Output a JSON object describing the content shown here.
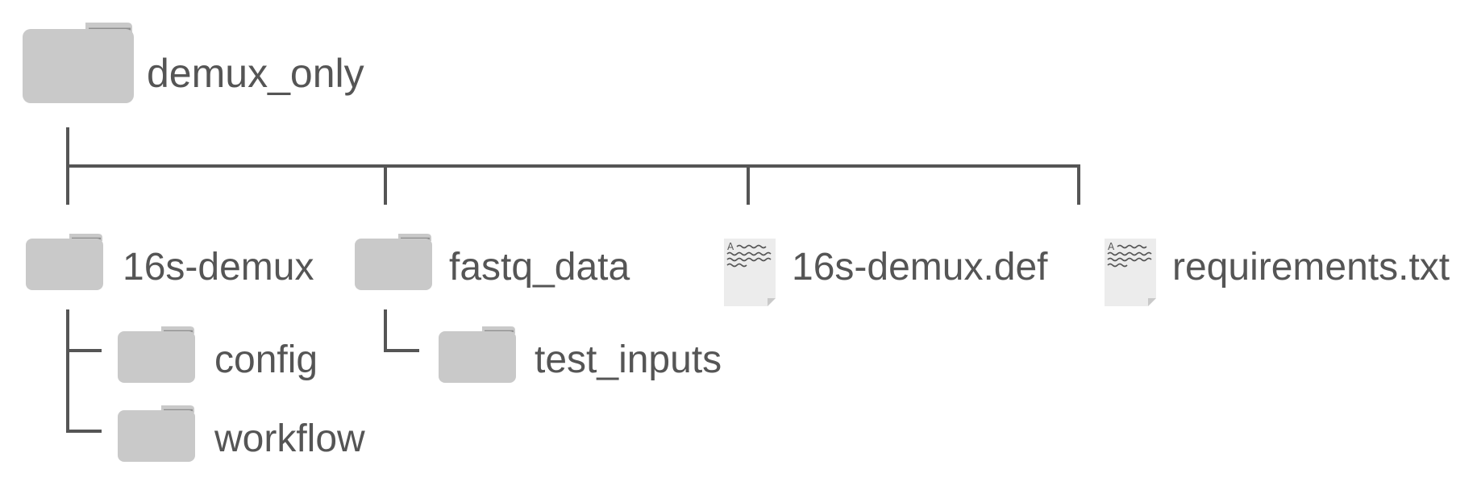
{
  "tree": {
    "root": {
      "name": "demux_only",
      "type": "folder",
      "icon": "folder-icon"
    },
    "children": [
      {
        "name": "16s-demux",
        "type": "folder",
        "icon": "folder-icon",
        "children": [
          {
            "name": "config",
            "type": "folder",
            "icon": "folder-icon"
          },
          {
            "name": "workflow",
            "type": "folder",
            "icon": "folder-icon"
          }
        ]
      },
      {
        "name": "fastq_data",
        "type": "folder",
        "icon": "folder-icon",
        "children": [
          {
            "name": "test_inputs",
            "type": "folder",
            "icon": "folder-icon"
          }
        ]
      },
      {
        "name": "16s-demux.def",
        "type": "file",
        "icon": "text-file-icon"
      },
      {
        "name": "requirements.txt",
        "type": "file",
        "icon": "text-file-icon"
      }
    ]
  },
  "colors": {
    "line": "#555555",
    "text": "#555555",
    "folder_body": "#c9c9c9",
    "folder_tab_line": "#8e8e8e",
    "file_body": "#ececec"
  }
}
